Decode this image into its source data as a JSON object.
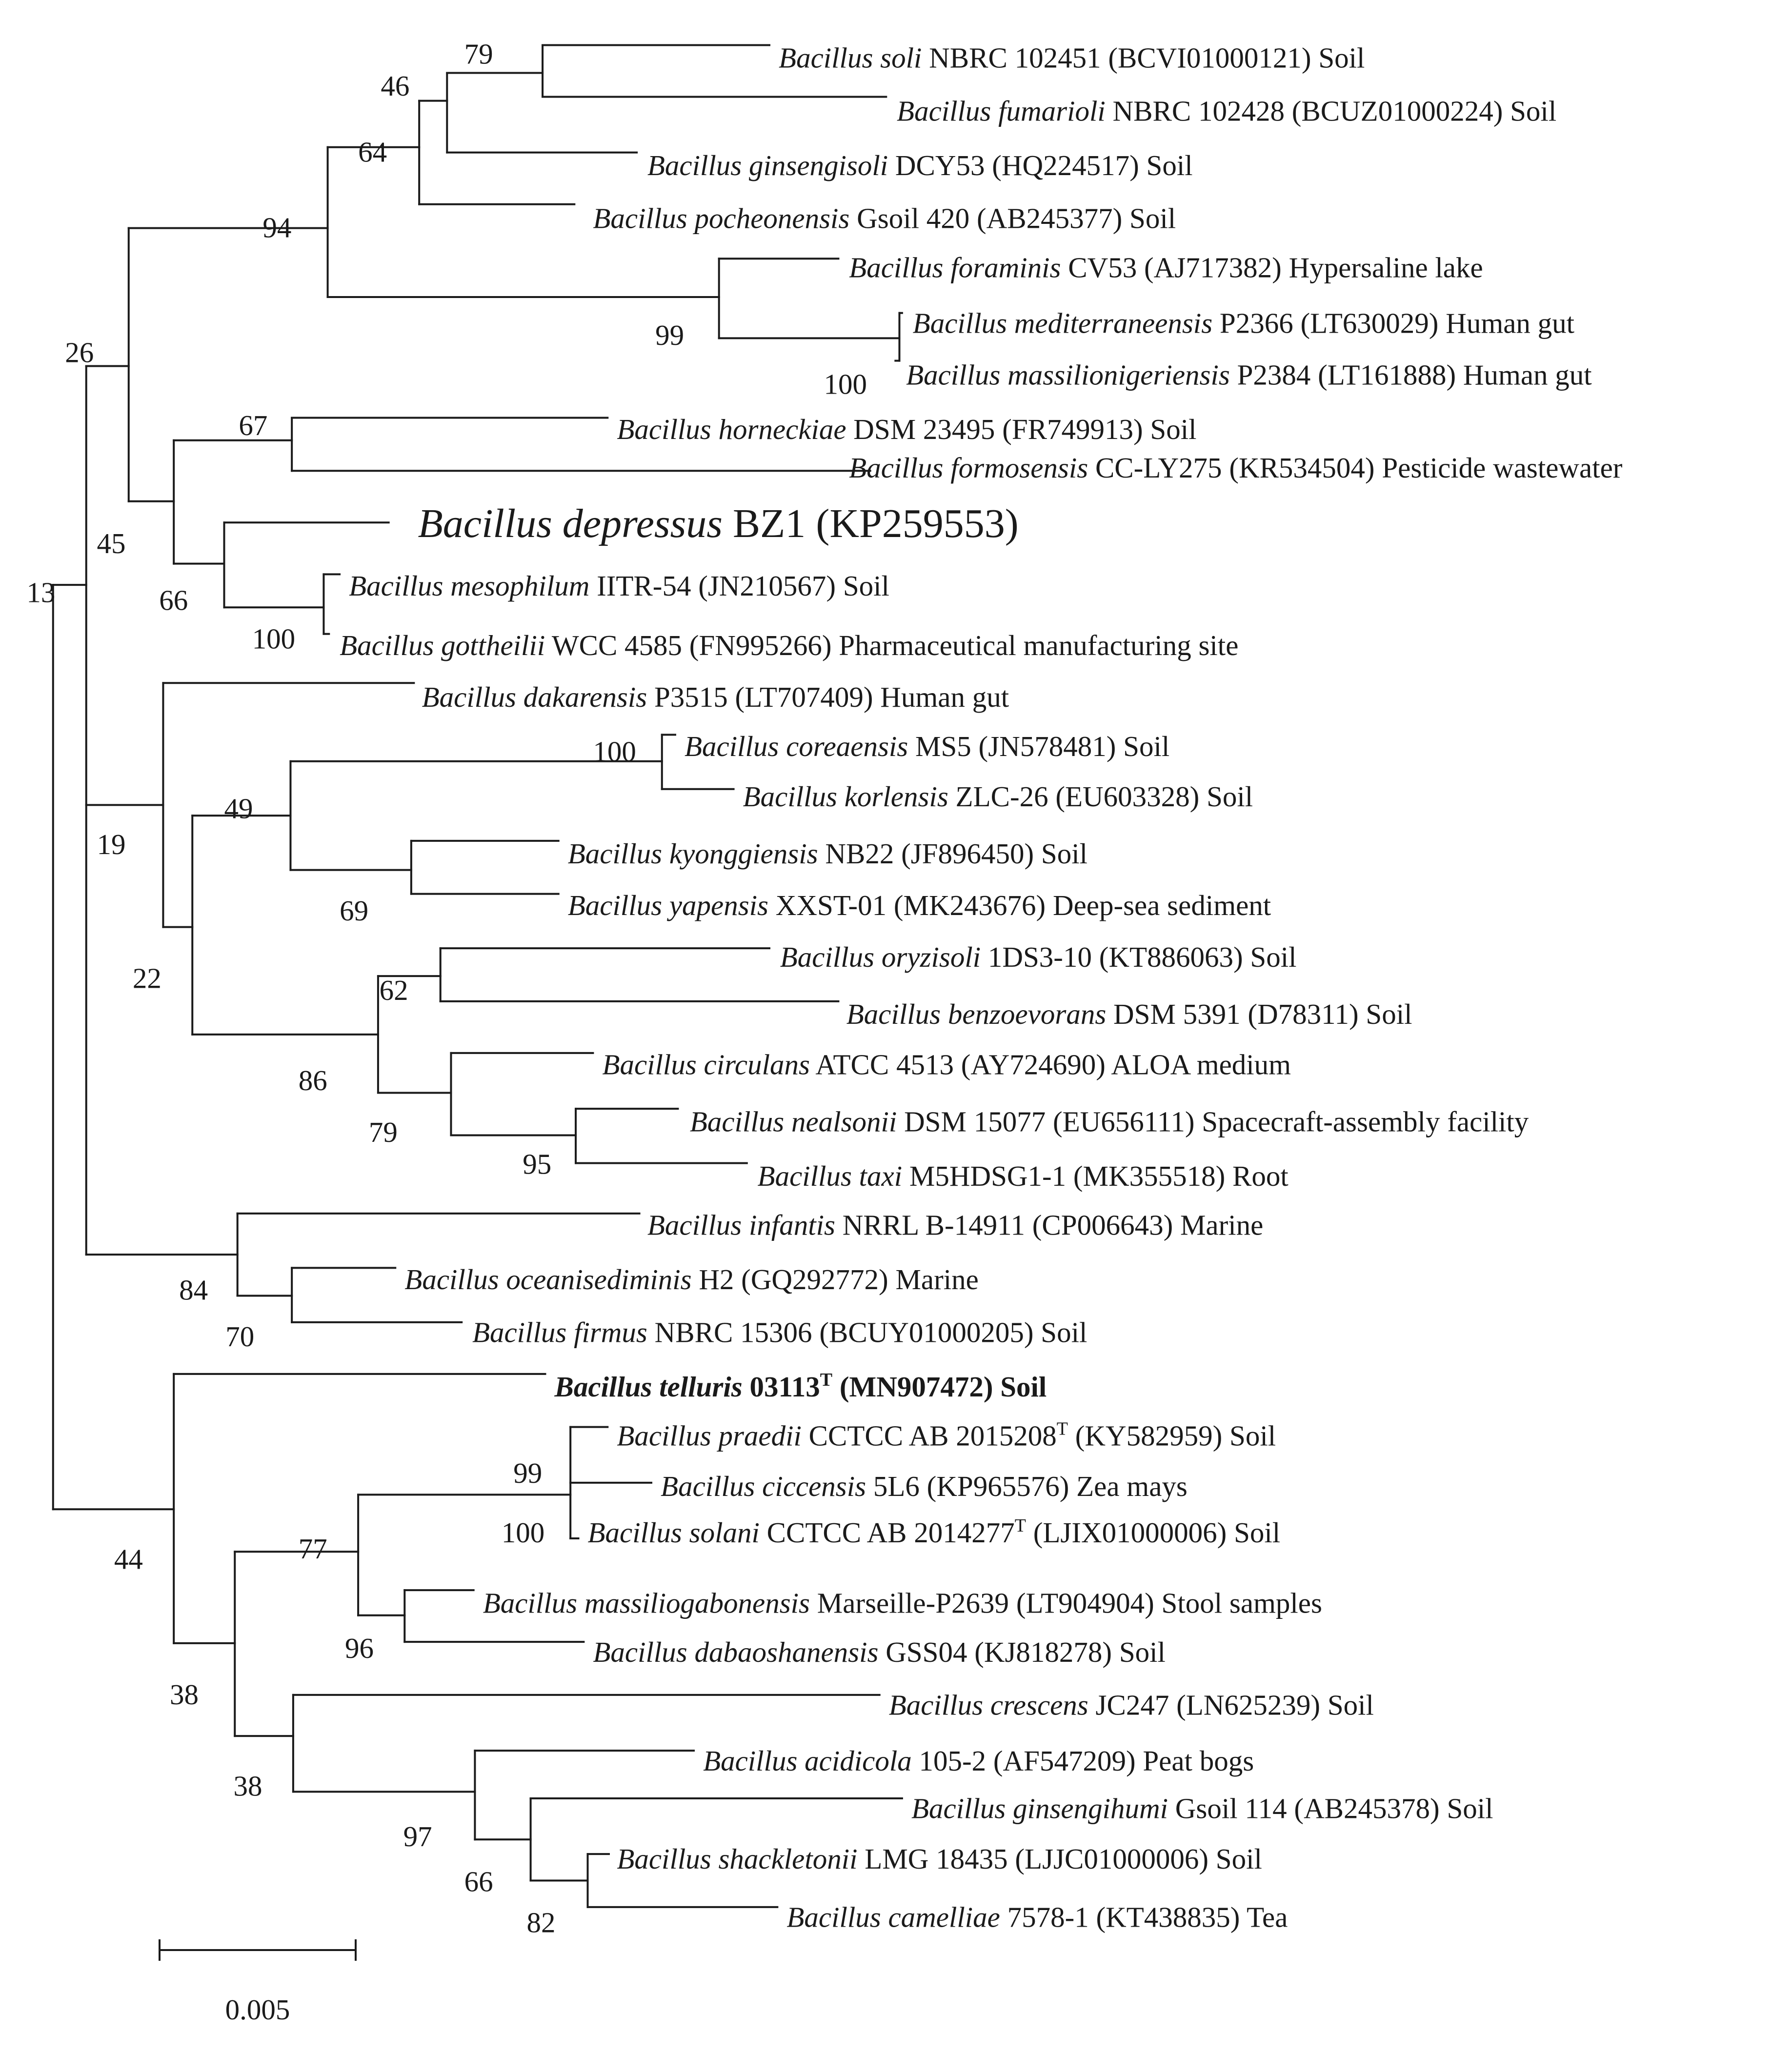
{
  "leaves": [
    {
      "id": "soli",
      "species": "Bacillus soli",
      "strain": "NBRC 102451",
      "accession": "(BCVI01000121)",
      "source": "Soil"
    },
    {
      "id": "fumarioli",
      "species": "Bacillus fumarioli",
      "strain": "NBRC 102428",
      "accession": "(BCUZ01000224)",
      "source": "Soil"
    },
    {
      "id": "ginsengisoli",
      "species": "Bacillus ginsengisoli",
      "strain": "DCY53",
      "accession": "(HQ224517)",
      "source": "Soil"
    },
    {
      "id": "pocheonensis",
      "species": "Bacillus pocheonensis",
      "strain": "Gsoil 420",
      "accession": "(AB245377)",
      "source": "Soil"
    },
    {
      "id": "foraminis",
      "species": "Bacillus foraminis",
      "strain": "CV53",
      "accession": "(AJ717382)",
      "source": "Hypersaline lake"
    },
    {
      "id": "mediterraneensis",
      "species": "Bacillus mediterraneensis",
      "strain": "P2366",
      "accession": "(LT630029)",
      "source": "Human gut"
    },
    {
      "id": "massilionigeriensis",
      "species": "Bacillus massilionigeriensis",
      "strain": "P2384",
      "accession": "(LT161888)",
      "source": "Human gut"
    },
    {
      "id": "horneckiae",
      "species": "Bacillus horneckiae",
      "strain": "DSM 23495",
      "accession": "(FR749913)",
      "source": "Soil"
    },
    {
      "id": "formosensis",
      "species": "Bacillus formosensis",
      "strain": "CC-LY275",
      "accession": "(KR534504)",
      "source": "Pesticide wastewater"
    },
    {
      "id": "depressus",
      "species": "Bacillus depressus",
      "strain": "BZ1",
      "accession": "(KP259553)",
      "source": ""
    },
    {
      "id": "mesophilum",
      "species": "Bacillus mesophilum",
      "strain": "IITR-54",
      "accession": "(JN210567)",
      "source": "Soil"
    },
    {
      "id": "gottheilii",
      "species": "Bacillus gottheilii",
      "strain": "WCC 4585",
      "accession": "(FN995266)",
      "source": "Pharmaceutical manufacturing site"
    },
    {
      "id": "dakarensis",
      "species": "Bacillus dakarensis",
      "strain": "P3515",
      "accession": "(LT707409)",
      "source": "Human gut"
    },
    {
      "id": "coreaensis",
      "species": "Bacillus coreaensis",
      "strain": "MS5",
      "accession": "(JN578481)",
      "source": "Soil"
    },
    {
      "id": "korlensis",
      "species": "Bacillus korlensis",
      "strain": "ZLC-26",
      "accession": "(EU603328)",
      "source": "Soil"
    },
    {
      "id": "kyonggiensis",
      "species": "Bacillus kyonggiensis",
      "strain": "NB22",
      "accession": "(JF896450)",
      "source": "Soil"
    },
    {
      "id": "yapensis",
      "species": "Bacillus yapensis",
      "strain": "XXST-01",
      "accession": "(MK243676)",
      "source": "Deep-sea sediment"
    },
    {
      "id": "oryzisoli",
      "species": "Bacillus oryzisoli",
      "strain": "1DS3-10",
      "accession": "(KT886063)",
      "source": "Soil"
    },
    {
      "id": "benzoevorans",
      "species": "Bacillus benzoevorans",
      "strain": "DSM 5391",
      "accession": "(D78311)",
      "source": "Soil"
    },
    {
      "id": "circulans",
      "species": "Bacillus circulans",
      "strain": "ATCC 4513",
      "accession": "(AY724690)",
      "source": "ALOA medium"
    },
    {
      "id": "nealsonii",
      "species": "Bacillus nealsonii",
      "strain": "DSM 15077",
      "accession": "(EU656111)",
      "source": "Spacecraft-assembly facility"
    },
    {
      "id": "taxi",
      "species": "Bacillus taxi",
      "strain": "M5HDSG1-1",
      "accession": "(MK355518)",
      "source": "Root"
    },
    {
      "id": "infantis",
      "species": "Bacillus infantis",
      "strain": "NRRL B-14911",
      "accession": "(CP006643)",
      "source": "Marine"
    },
    {
      "id": "oceanisediminis",
      "species": "Bacillus oceanisediminis",
      "strain": "H2",
      "accession": "(GQ292772)",
      "source": "Marine"
    },
    {
      "id": "firmus",
      "species": "Bacillus firmus",
      "strain": "NBRC 15306",
      "accession": "(BCUY01000205)",
      "source": "Soil"
    },
    {
      "id": "telluris",
      "species": "Bacillus telluris",
      "strain": "03113",
      "strain_sup": "T",
      "accession": "(MN907472)",
      "source": "Soil"
    },
    {
      "id": "praedii",
      "species": "Bacillus praedii",
      "strain": "CCTCC AB 2015208",
      "strain_sup": "T",
      "accession": "(KY582959)",
      "source": "Soil"
    },
    {
      "id": "ciccensis",
      "species": "Bacillus ciccensis",
      "strain": "5L6",
      "accession": "(KP965576)",
      "source": "Zea mays"
    },
    {
      "id": "solani",
      "species": "Bacillus solani",
      "strain": "CCTCC AB 2014277",
      "strain_sup": "T",
      "accession": "(LJIX01000006)",
      "source": "Soil"
    },
    {
      "id": "massiliogabonensis",
      "species": "Bacillus massiliogabonensis",
      "strain": "Marseille-P2639",
      "accession": "(LT904904)",
      "source": "Stool samples"
    },
    {
      "id": "dabaoshanensis",
      "species": "Bacillus dabaoshanensis",
      "strain": "GSS04",
      "accession": "(KJ818278)",
      "source": "Soil"
    },
    {
      "id": "crescens",
      "species": "Bacillus crescens",
      "strain": "JC247",
      "accession": "(LN625239)",
      "source": "Soil"
    },
    {
      "id": "acidicola",
      "species": "Bacillus acidicola",
      "strain": "105-2",
      "accession": "(AF547209)",
      "source": "Peat bogs"
    },
    {
      "id": "ginsengihumi",
      "species": "Bacillus ginsengihumi",
      "strain": "Gsoil 114",
      "accession": "(AB245378)",
      "source": "Soil"
    },
    {
      "id": "shackletonii",
      "species": "Bacillus shackletonii",
      "strain": "LMG 18435",
      "accession": "(LJJC01000006)",
      "source": "Soil"
    },
    {
      "id": "camelliae",
      "species": "Bacillus camelliae",
      "strain": "7578-1",
      "accession": "(KT438835)",
      "source": "Tea"
    }
  ],
  "bootstrap_values": {
    "b79": "79",
    "b46": "46",
    "b64": "64",
    "b94": "94",
    "b99a": "99",
    "b100a": "100",
    "b26": "26",
    "b67": "67",
    "b45": "45",
    "b66a": "66",
    "b100b": "100",
    "b13": "13",
    "b100c": "100",
    "b49": "49",
    "b69": "69",
    "b19": "19",
    "b22": "22",
    "b62": "62",
    "b86": "86",
    "b79b": "79",
    "b95": "95",
    "b84": "84",
    "b70": "70",
    "b99b": "99",
    "b100d": "100",
    "b77": "77",
    "b96": "96",
    "b44": "44",
    "b38a": "38",
    "b38b": "38",
    "b97": "97",
    "b66b": "66",
    "b82": "82"
  },
  "scale_bar": {
    "label": "0.005",
    "value": 0.005
  }
}
